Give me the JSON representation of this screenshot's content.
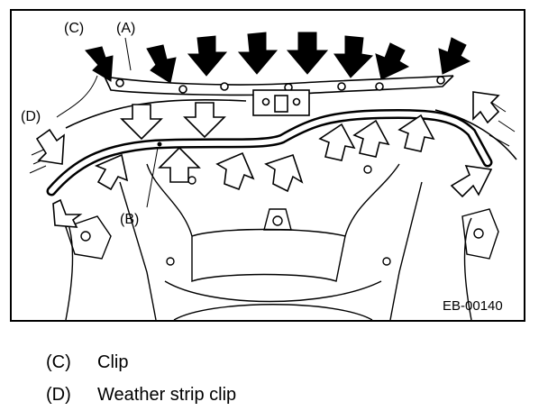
{
  "figure": {
    "callouts": [
      "(C)",
      "(A)",
      "(D)",
      "(B)"
    ],
    "figure_id": "EB-00140"
  },
  "legend": [
    {
      "code": "(C)",
      "text": "Clip"
    },
    {
      "code": "(D)",
      "text": "Weather strip clip"
    }
  ]
}
